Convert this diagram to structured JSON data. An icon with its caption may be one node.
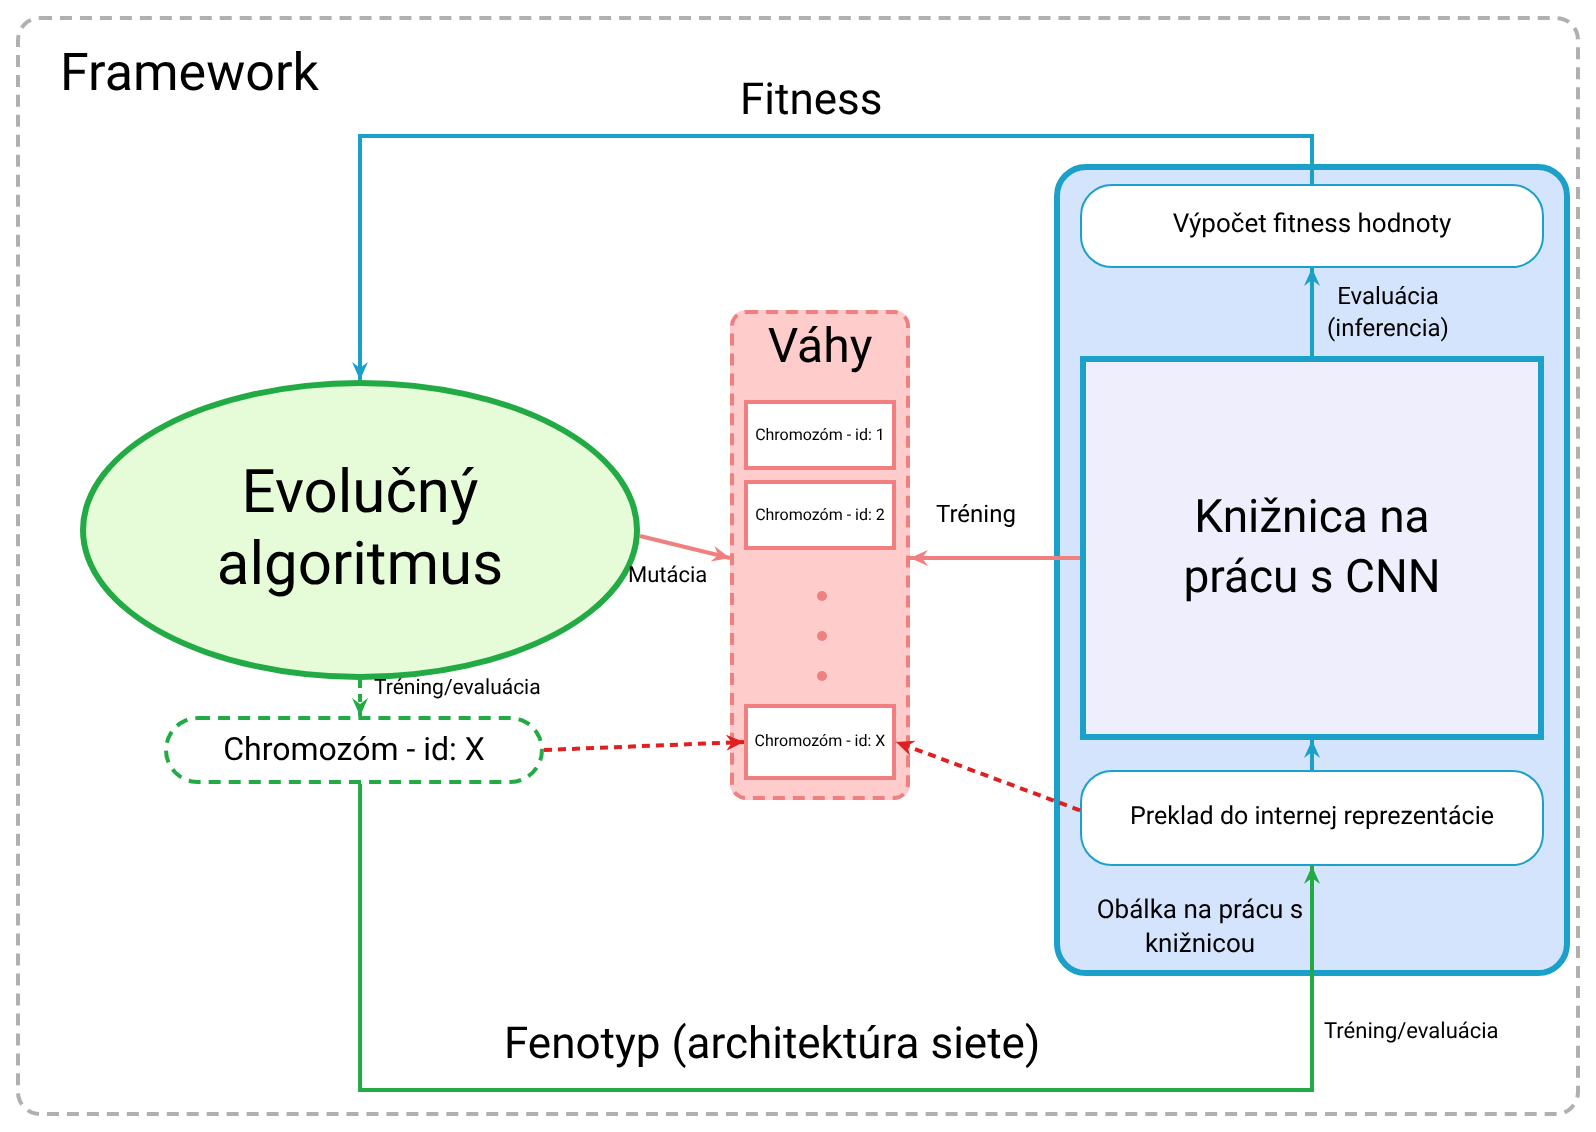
{
  "diagram": {
    "nodes": [
      {
        "text": [
          "Framework"
        ]
      },
      {
        "text": [
          "Evolučný algoritmus"
        ],
        "in": 0
      },
      {
        "text": [
          "Chromozóm - id: X"
        ],
        "in": 0
      },
      {
        "text": [
          "Váhy"
        ],
        "in": 0
      },
      {
        "text": [
          "Chromozóm - id: 1"
        ],
        "in": 3
      },
      {
        "text": [
          "Chromozóm - id: 2"
        ],
        "in": 3
      },
      {
        "text": [
          "Chromozóm - id: X"
        ],
        "in": 3
      },
      {
        "text": [
          "Obálka na prácu s knižnicou"
        ],
        "in": 0
      },
      {
        "text": [
          "Výpočet fitness hodnoty"
        ],
        "in": 7
      },
      {
        "text": [
          "Knižnica na prácu s CNN"
        ],
        "in": 7
      },
      {
        "text": [
          "Preklad do internej reprezentácie"
        ],
        "in": 7
      }
    ],
    "edges": [
      {
        "from": 8,
        "to": 1,
        "arrow": "to",
        "label": "Fitness",
        "color": "#1ba1c9"
      },
      {
        "from": 9,
        "to": 8,
        "arrow": "to",
        "label": "Evaluácia (inferencia)",
        "color": "#1ba1c9"
      },
      {
        "from": 10,
        "to": 9,
        "arrow": "to",
        "color": "#1ba1c9"
      },
      {
        "from": 1,
        "to": 3,
        "arrow": "to",
        "label": "Mutácia",
        "color": "#f08080"
      },
      {
        "from": 9,
        "to": 3,
        "arrow": "to",
        "label": "Tréning",
        "color": "#f08080"
      },
      {
        "from": 1,
        "to": 2,
        "arrow": "to",
        "label": "Tréning/evaluácia",
        "style": "dashed",
        "color": "#22aa44"
      },
      {
        "from": 2,
        "to": 6,
        "arrow": "to",
        "style": "dashed",
        "color": "#e02020"
      },
      {
        "from": 10,
        "to": 6,
        "arrow": "to",
        "style": "dashed",
        "color": "#e02020"
      },
      {
        "from": 2,
        "to": 10,
        "arrow": "to",
        "label": "Fenotyp (architektúra siete)",
        "color": "#22aa44"
      }
    ],
    "labels": [
      "Tréning/evaluácia"
    ]
  }
}
